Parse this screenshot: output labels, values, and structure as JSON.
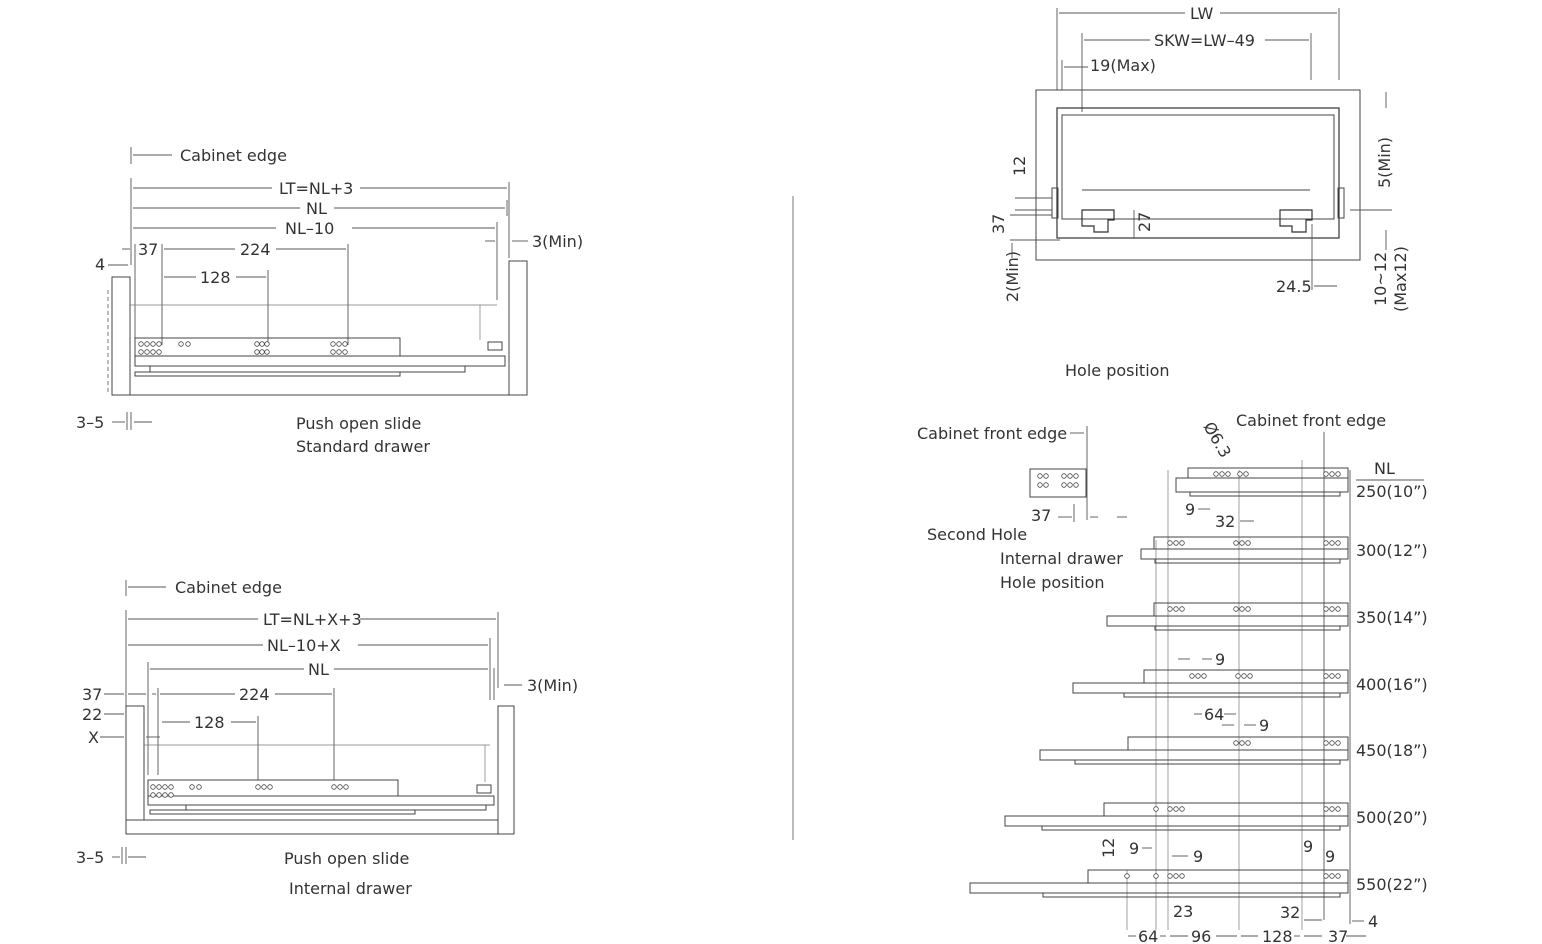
{
  "diagrams": {
    "standard": {
      "cabinet_edge": "Cabinet edge",
      "lt": "LT=NL+3",
      "nl": "NL",
      "nl_minus": "NL–10",
      "three_min": "3(Min)",
      "d37": "37",
      "d224": "224",
      "d128": "128",
      "d4": "4",
      "d35": "3–5",
      "caption1": "Push open slide",
      "caption2": "Standard drawer"
    },
    "internal": {
      "cabinet_edge": "Cabinet edge",
      "lt": "LT=NL+X+3",
      "nl_minus": "NL–10+X",
      "nl": "NL",
      "three_min": "3(Min)",
      "d37": "37",
      "d22": "22",
      "x": "X",
      "d224": "224",
      "d128": "128",
      "d35": "3–5",
      "caption1": "Push open slide",
      "caption2": "Internal drawer"
    },
    "front_view": {
      "lw": "LW",
      "skw": "SKW=LW–49",
      "nineteen": "19(Max)",
      "twelve": "12",
      "thirty_seven": "37",
      "twentyseven": "27",
      "five_min": "5(Min)",
      "two_min": "2(Min)",
      "twentyfour5": "24.5",
      "ten_twelve": "10~12",
      "max12": "(Max12)",
      "caption": "Hole position"
    },
    "hole_chart": {
      "cabinet_front_edge_left": "Cabinet front edge",
      "cabinet_front_edge_right": "Cabinet front edge",
      "phi": "Ø6.3",
      "d37": "37",
      "second_hole": "Second Hole",
      "internal_drawer": "Internal drawer",
      "hole_position": "Hole position",
      "nl_header": "NL",
      "sizes": [
        "250(10”)",
        "300(12”)",
        "350(14”)",
        "400(16”)",
        "450(18”)",
        "500(20”)",
        "550(22”)"
      ],
      "n9a": "9",
      "n32a": "32",
      "n9b": "9",
      "n64a": "64",
      "n9c": "9",
      "n12": "12",
      "n9d": "9",
      "n9e": "9",
      "n9f": "9",
      "n9g": "9",
      "n23": "23",
      "n32b": "32",
      "n4": "4",
      "n64b": "64",
      "n96": "96",
      "n128": "128",
      "n37": "37"
    }
  }
}
